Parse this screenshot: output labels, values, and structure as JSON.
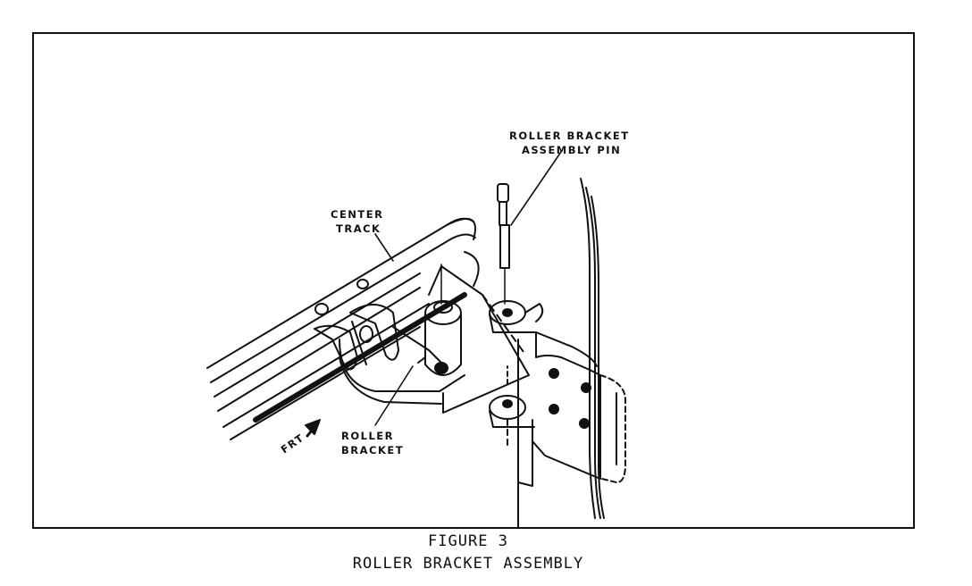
{
  "figure": {
    "number": "FIGURE 3",
    "title": "ROLLER BRACKET ASSEMBLY"
  },
  "labels": {
    "pin_line1": "ROLLER BRACKET",
    "pin_line2": "ASSEMBLY PIN",
    "track_line1": "CENTER",
    "track_line2": "TRACK",
    "bracket_line1": "ROLLER",
    "bracket_line2": "BRACKET",
    "front": "FRT"
  },
  "icons": {
    "front_arrow": "front-arrow-icon"
  },
  "colors": {
    "ink": "#111111",
    "paper": "#ffffff"
  }
}
